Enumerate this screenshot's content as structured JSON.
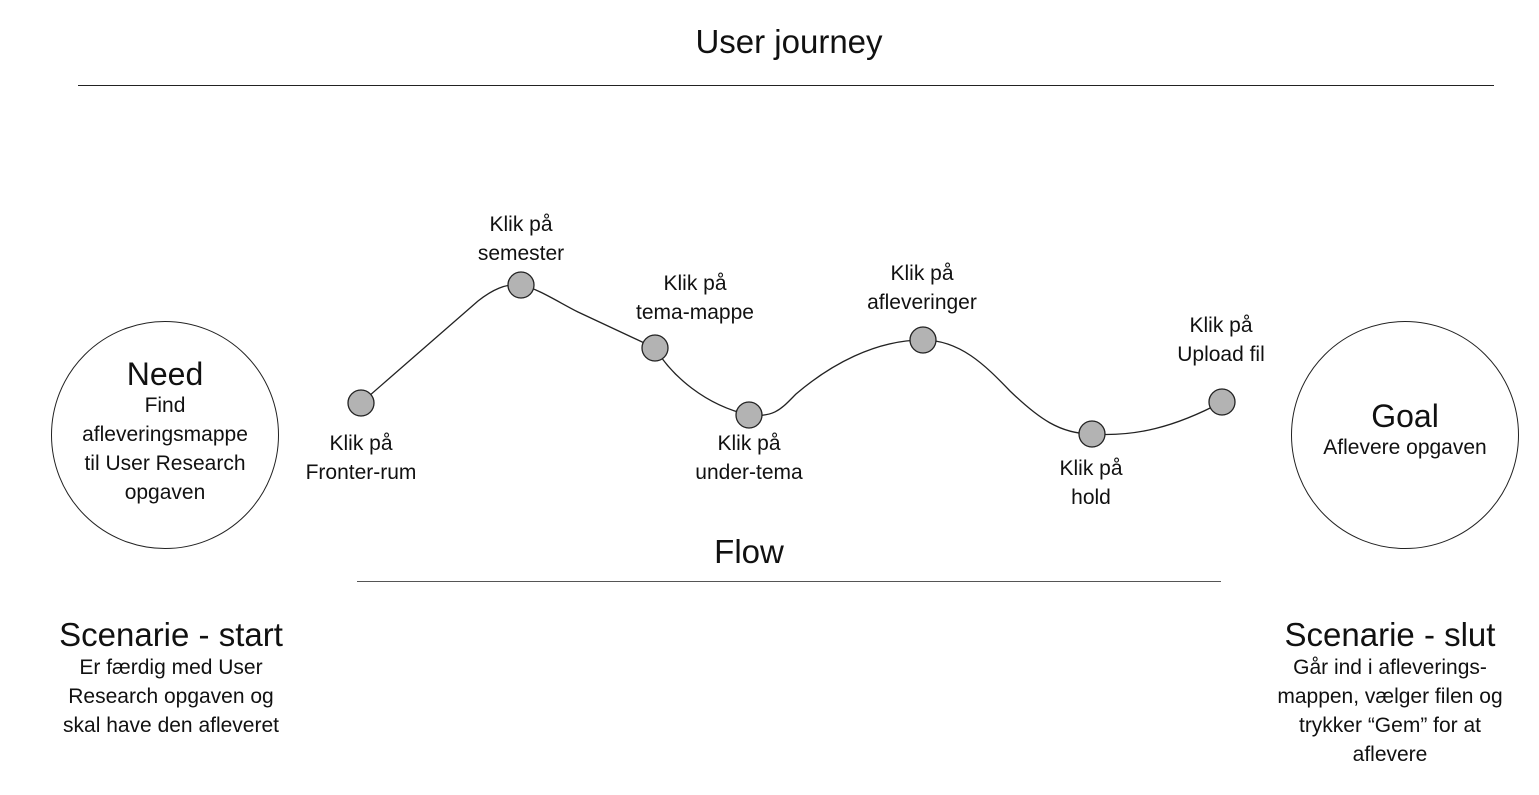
{
  "title": "User journey",
  "need": {
    "heading": "Need",
    "lines": [
      "Find",
      "afleveringsmappe",
      "til User Research",
      "opgaven"
    ]
  },
  "goal": {
    "heading": "Goal",
    "lines": [
      "Aflevere opgaven"
    ]
  },
  "steps": [
    {
      "lines": [
        "Klik på",
        "Fronter-rum"
      ]
    },
    {
      "lines": [
        "Klik på",
        "semester"
      ]
    },
    {
      "lines": [
        "Klik på",
        "tema-mappe"
      ]
    },
    {
      "lines": [
        "Klik på",
        "under-tema"
      ]
    },
    {
      "lines": [
        "Klik på",
        "afleveringer"
      ]
    },
    {
      "lines": [
        "Klik på",
        "hold"
      ]
    },
    {
      "lines": [
        "Klik på",
        "Upload fil"
      ]
    }
  ],
  "flow_label": "Flow",
  "scenario_start": {
    "heading": "Scenarie - start",
    "lines": [
      "Er færdig med User",
      "Research opgaven og",
      "skal have den afleveret"
    ]
  },
  "scenario_end": {
    "heading": "Scenarie - slut",
    "lines": [
      "Går ind i afleverings-",
      "mappen, vælger filen og",
      "trykker “Gem” for at",
      "aflevere"
    ]
  },
  "colors": {
    "node_fill": "#b3b3b3",
    "line": "#222222"
  }
}
